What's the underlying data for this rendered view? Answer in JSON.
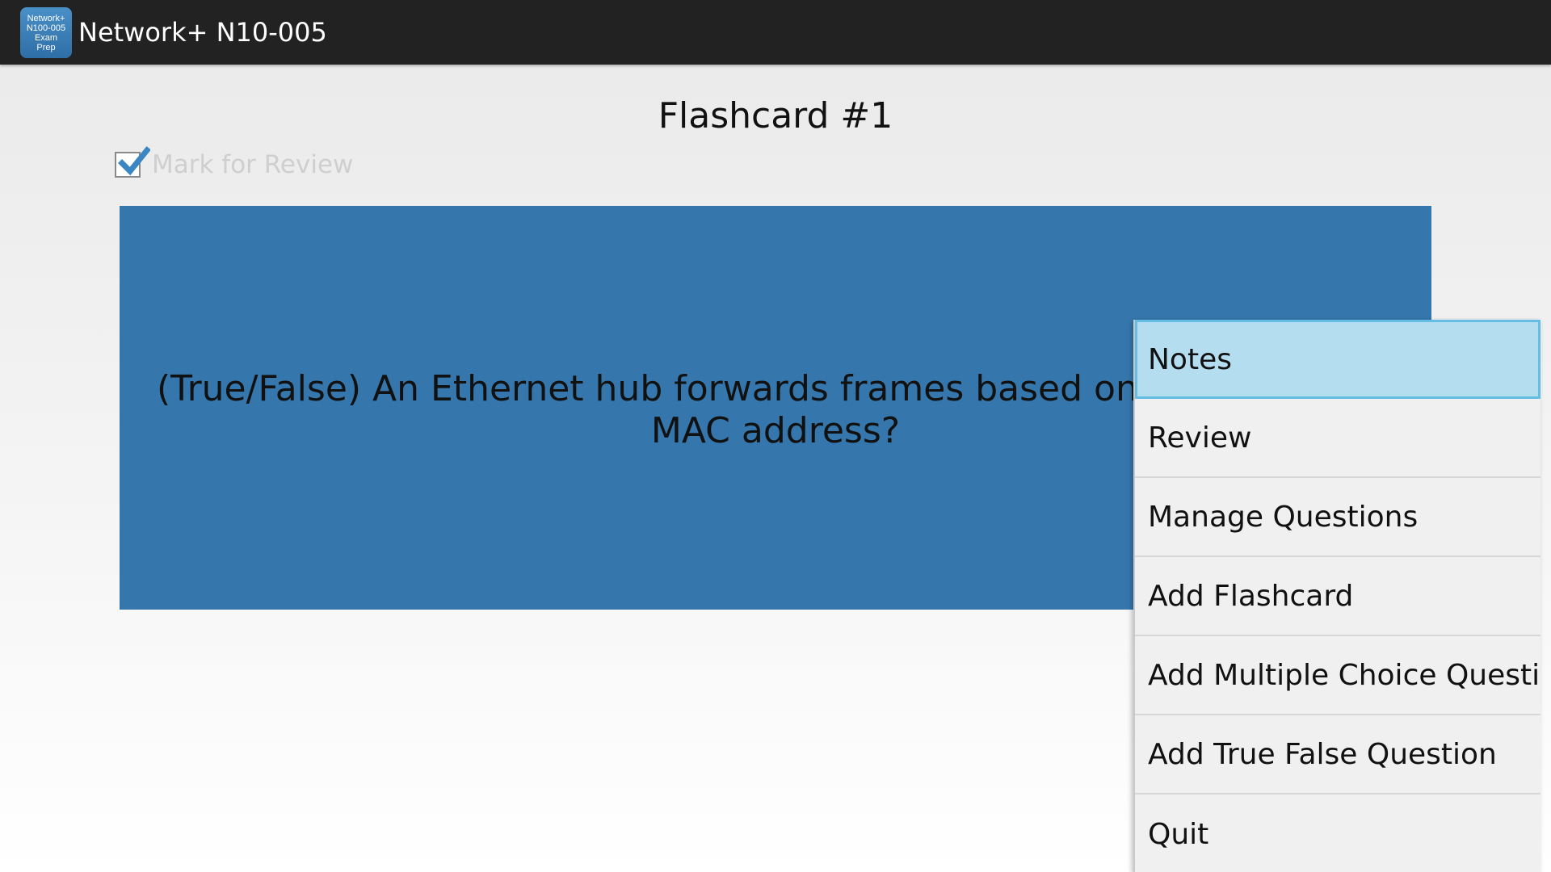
{
  "app": {
    "icon_lines": [
      "Network+",
      "N100-005",
      "Exam",
      "Prep"
    ],
    "title": "Network+ N10-005"
  },
  "flashcard": {
    "title": "Flashcard #1",
    "mark_for_review_label": "Mark for Review",
    "mark_for_review_checked": true,
    "question": "(True/False) An Ethernet hub forwards frames based on the fra",
    "question_line2": "MAC address?",
    "card_color": "#3577ac"
  },
  "menu": {
    "items": [
      {
        "label": "Notes",
        "selected": true
      },
      {
        "label": "Review"
      },
      {
        "label": "Manage Questions"
      },
      {
        "label": "Add Flashcard"
      },
      {
        "label": "Add Multiple Choice Question"
      },
      {
        "label": "Add True False Question"
      },
      {
        "label": "Quit"
      }
    ]
  }
}
